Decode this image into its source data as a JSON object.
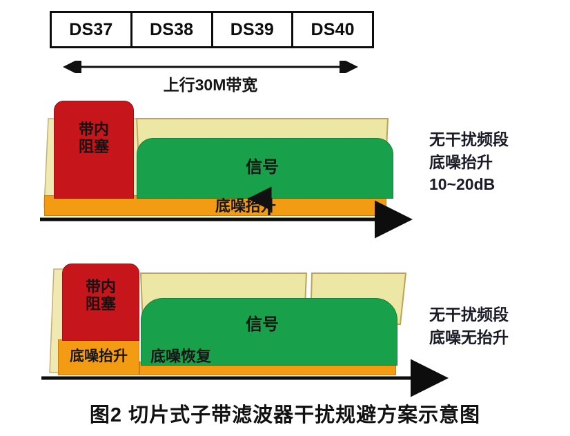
{
  "figure": {
    "caption": "图2 切片式子带滤波器干扰规避方案示意图",
    "caption_number": "图2"
  },
  "channels": {
    "boxes": [
      {
        "label": "DS37"
      },
      {
        "label": "DS38"
      },
      {
        "label": "DS39"
      },
      {
        "label": "DS40"
      }
    ]
  },
  "bandwidth": {
    "label": "上行30M带宽",
    "arrow_style": "double-headed"
  },
  "panels": [
    {
      "id": "before",
      "blocks": {
        "interference": {
          "label": "带内阻塞",
          "color": "#C7151C"
        },
        "signal": {
          "label": "信号",
          "color": "#18A04A"
        },
        "noise": {
          "label": "底噪抬升",
          "color": "#F49B14",
          "arrow": "up"
        },
        "filter_band": {
          "color": "#EDE7A6"
        }
      },
      "note": "无干扰频段\n底噪抬升\n10~20dB"
    },
    {
      "id": "after",
      "blocks": {
        "interference": {
          "label": "带内阻塞",
          "color": "#C7151C"
        },
        "signal": {
          "label": "信号",
          "color": "#18A04A"
        },
        "noise_local": {
          "label": "底噪抬升",
          "color": "#F49B14"
        },
        "noise_recovered": {
          "label": "底噪恢复",
          "color": "#F49B14"
        },
        "filter_band": {
          "color": "#EDE7A6"
        }
      },
      "note": "无干扰频段\n底噪无抬升"
    }
  ],
  "colors": {
    "red": "#C7151C",
    "green": "#18A04A",
    "orange": "#F49B14",
    "cream": "#EDE7A6",
    "axis": "#0d0d0d"
  }
}
